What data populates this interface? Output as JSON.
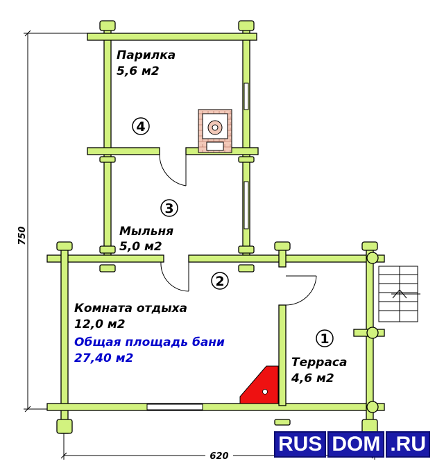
{
  "rooms": [
    {
      "id": "steam-room",
      "name": "Парилка",
      "area": "5,6 м2",
      "number": "4"
    },
    {
      "id": "washing-room",
      "name": "Мыльня",
      "area": "5,0 м2",
      "number": "3"
    },
    {
      "id": "lobby",
      "number": "2"
    },
    {
      "id": "rest-room",
      "name": "Комната отдыха",
      "area": "12,0 м2"
    },
    {
      "id": "terrace",
      "name": "Терраса",
      "area": "4,6 м2",
      "number": "1"
    }
  ],
  "total": {
    "label": "Общая площадь бани",
    "value": "27,40 м2"
  },
  "dimensions": {
    "height": "750",
    "width": "620"
  },
  "logo": {
    "parts": [
      "RUS",
      "DOM",
      ".RU"
    ]
  },
  "colors": {
    "wall": "#d2f27f",
    "wall_outline": "#000000",
    "stove": "#ee1111",
    "label_blue": "#0000cc",
    "logo_bg": "#1a1aa8"
  }
}
